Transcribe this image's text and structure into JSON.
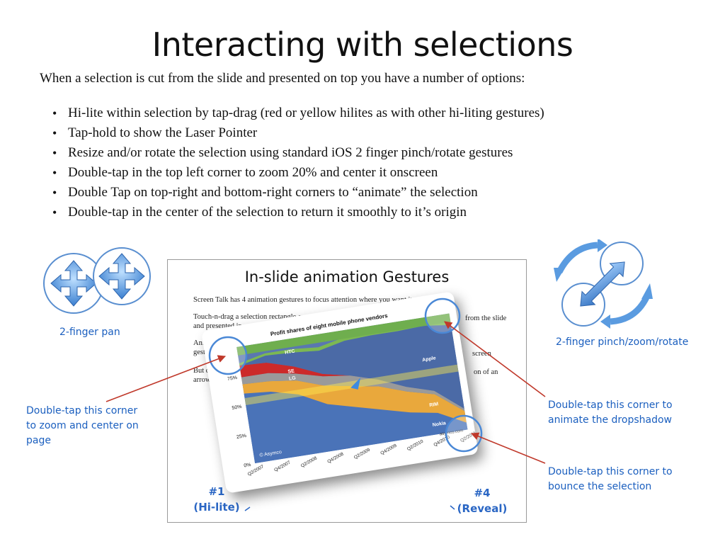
{
  "title": "Interacting with selections",
  "intro": "When a selection is cut from the slide and presented on top you have a number of options:",
  "bullets": [
    "Hi-lite within selection by tap-drag (red or yellow hilites as with other hi-liting gestures)",
    "Tap-hold to show the Laser Pointer",
    "Resize and/or rotate the selection using standard iOS 2 finger pinch/rotate gestures",
    "Double-tap in the top left corner to zoom 20% and center it onscreen",
    "Double Tap on top-right and bottom-right corners to “animate” the selection",
    "Double-tap in the center of the selection to return it smoothly to it’s origin"
  ],
  "gestures": {
    "pan_label": "2-finger pan",
    "pinch_label": "2-finger pinch/zoom/rotate",
    "pan_icon": "two-finger-pan-icon",
    "pinch_icon": "pinch-zoom-rotate-icon"
  },
  "callouts": {
    "top_left": [
      "Double-tap this corner",
      "to zoom and center on",
      "page"
    ],
    "top_right": [
      "Double-tap this corner to",
      "animate the dropshadow"
    ],
    "bottom_right": [
      "Double-tap this corner to",
      "bounce the selection"
    ],
    "color": "#c0392b"
  },
  "slide": {
    "title": "In-slide animation Gestures",
    "lines": [
      "Screen Talk has 4 animation gestures to focus attention where you want it",
      "Touch-n-drag a selection rectangle around",
      "and presented in modified",
      "Ani",
      "gestu",
      "But do",
      "arrow",
      "from the slide",
      "screen",
      "on of an"
    ],
    "gesture_1_num": "#1",
    "gesture_1_name": "(Hi-lite)",
    "gesture_4_num": "#4",
    "gesture_4_name": "(Reveal)"
  },
  "chart_data": {
    "type": "area",
    "title": "Profit shares of eight mobile phone vendors",
    "x": [
      "Q2/2007",
      "Q4/2007",
      "Q2/2008",
      "Q4/2008",
      "Q2/2009",
      "Q4/2009",
      "Q2/2010",
      "Q4/2010",
      "Q2/2011"
    ],
    "ylim": [
      0,
      100
    ],
    "yticks": [
      "0%",
      "25%",
      "50%",
      "75%"
    ],
    "series": [
      {
        "name": "Nokia",
        "values": [
          60,
          58,
          52,
          40,
          34,
          28,
          22,
          18,
          6
        ]
      },
      {
        "name": "RIM",
        "values": [
          8,
          9,
          12,
          16,
          18,
          20,
          18,
          16,
          10
        ]
      },
      {
        "name": "LG",
        "values": [
          6,
          7,
          6,
          8,
          9,
          6,
          4,
          3,
          2
        ]
      },
      {
        "name": "SE",
        "values": [
          10,
          9,
          6,
          2,
          0,
          0,
          0,
          0,
          0
        ]
      },
      {
        "name": "Apple",
        "values": [
          0,
          6,
          12,
          20,
          30,
          38,
          48,
          56,
          72
        ]
      },
      {
        "name": "HTC",
        "values": [
          2,
          2,
          3,
          3,
          3,
          4,
          5,
          6,
          7
        ]
      }
    ],
    "watermark": "© Asymco",
    "source": "asymco.com"
  }
}
